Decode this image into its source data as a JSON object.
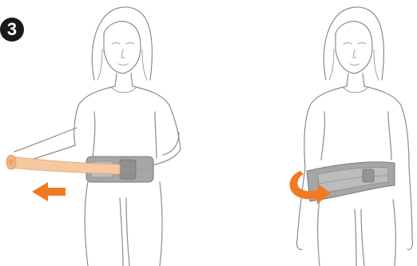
{
  "step": {
    "number": "3"
  },
  "colors": {
    "accent_arrow": "#f07a22",
    "strap": "#f6c8a0",
    "belt_bag": "#a6a6a6",
    "outline": "#8c8c8c"
  },
  "panels": [
    {
      "figure": "woman-pulling-strap",
      "arrow": "arrow-left-icon"
    },
    {
      "figure": "woman-rotating-belt-bag",
      "arrow": "rotate-arrow-icon"
    }
  ]
}
